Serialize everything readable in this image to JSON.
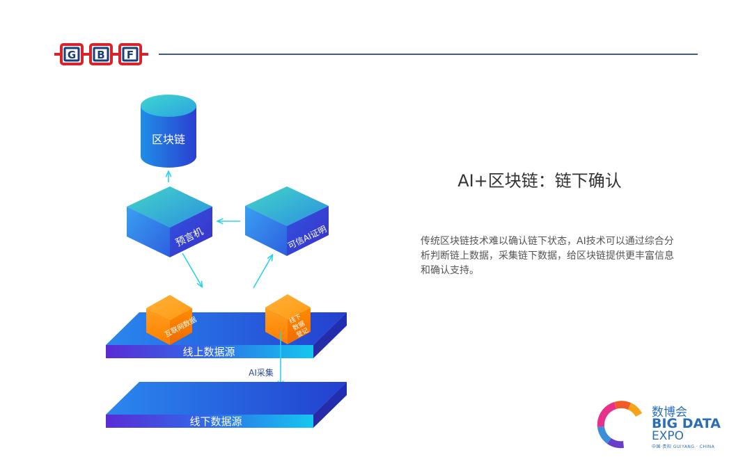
{
  "logo": {
    "letters": [
      "G",
      "B",
      "F"
    ]
  },
  "slide": {
    "title": "AI+区块链：链下确认",
    "description": "传统区块链技术难以确认链下状态，AI技术可以通过综合分析判断链上数据，采集链下数据，给区块链提供更丰富信息和确认支持。"
  },
  "diagram": {
    "blockchain_label": "区块链",
    "oracle_label": "预言机",
    "trusted_ai_label": "可信AI证明",
    "internet_data_label": "互联网数据",
    "offline_register_lines": [
      "线下",
      "数据",
      "登记"
    ],
    "online_source_label": "线上数据源",
    "ai_collect_label": "AI采集",
    "offline_source_label": "线下数据源"
  },
  "expo": {
    "cn": "数博会",
    "en1": "BIG DATA",
    "en2": "EXPO",
    "small": "中国·贵阳 GUIYANG · CHINA"
  },
  "colors": {
    "accent": "#2a6fb5",
    "cyan": "#28d3e8",
    "orange": "#ff8a00"
  }
}
